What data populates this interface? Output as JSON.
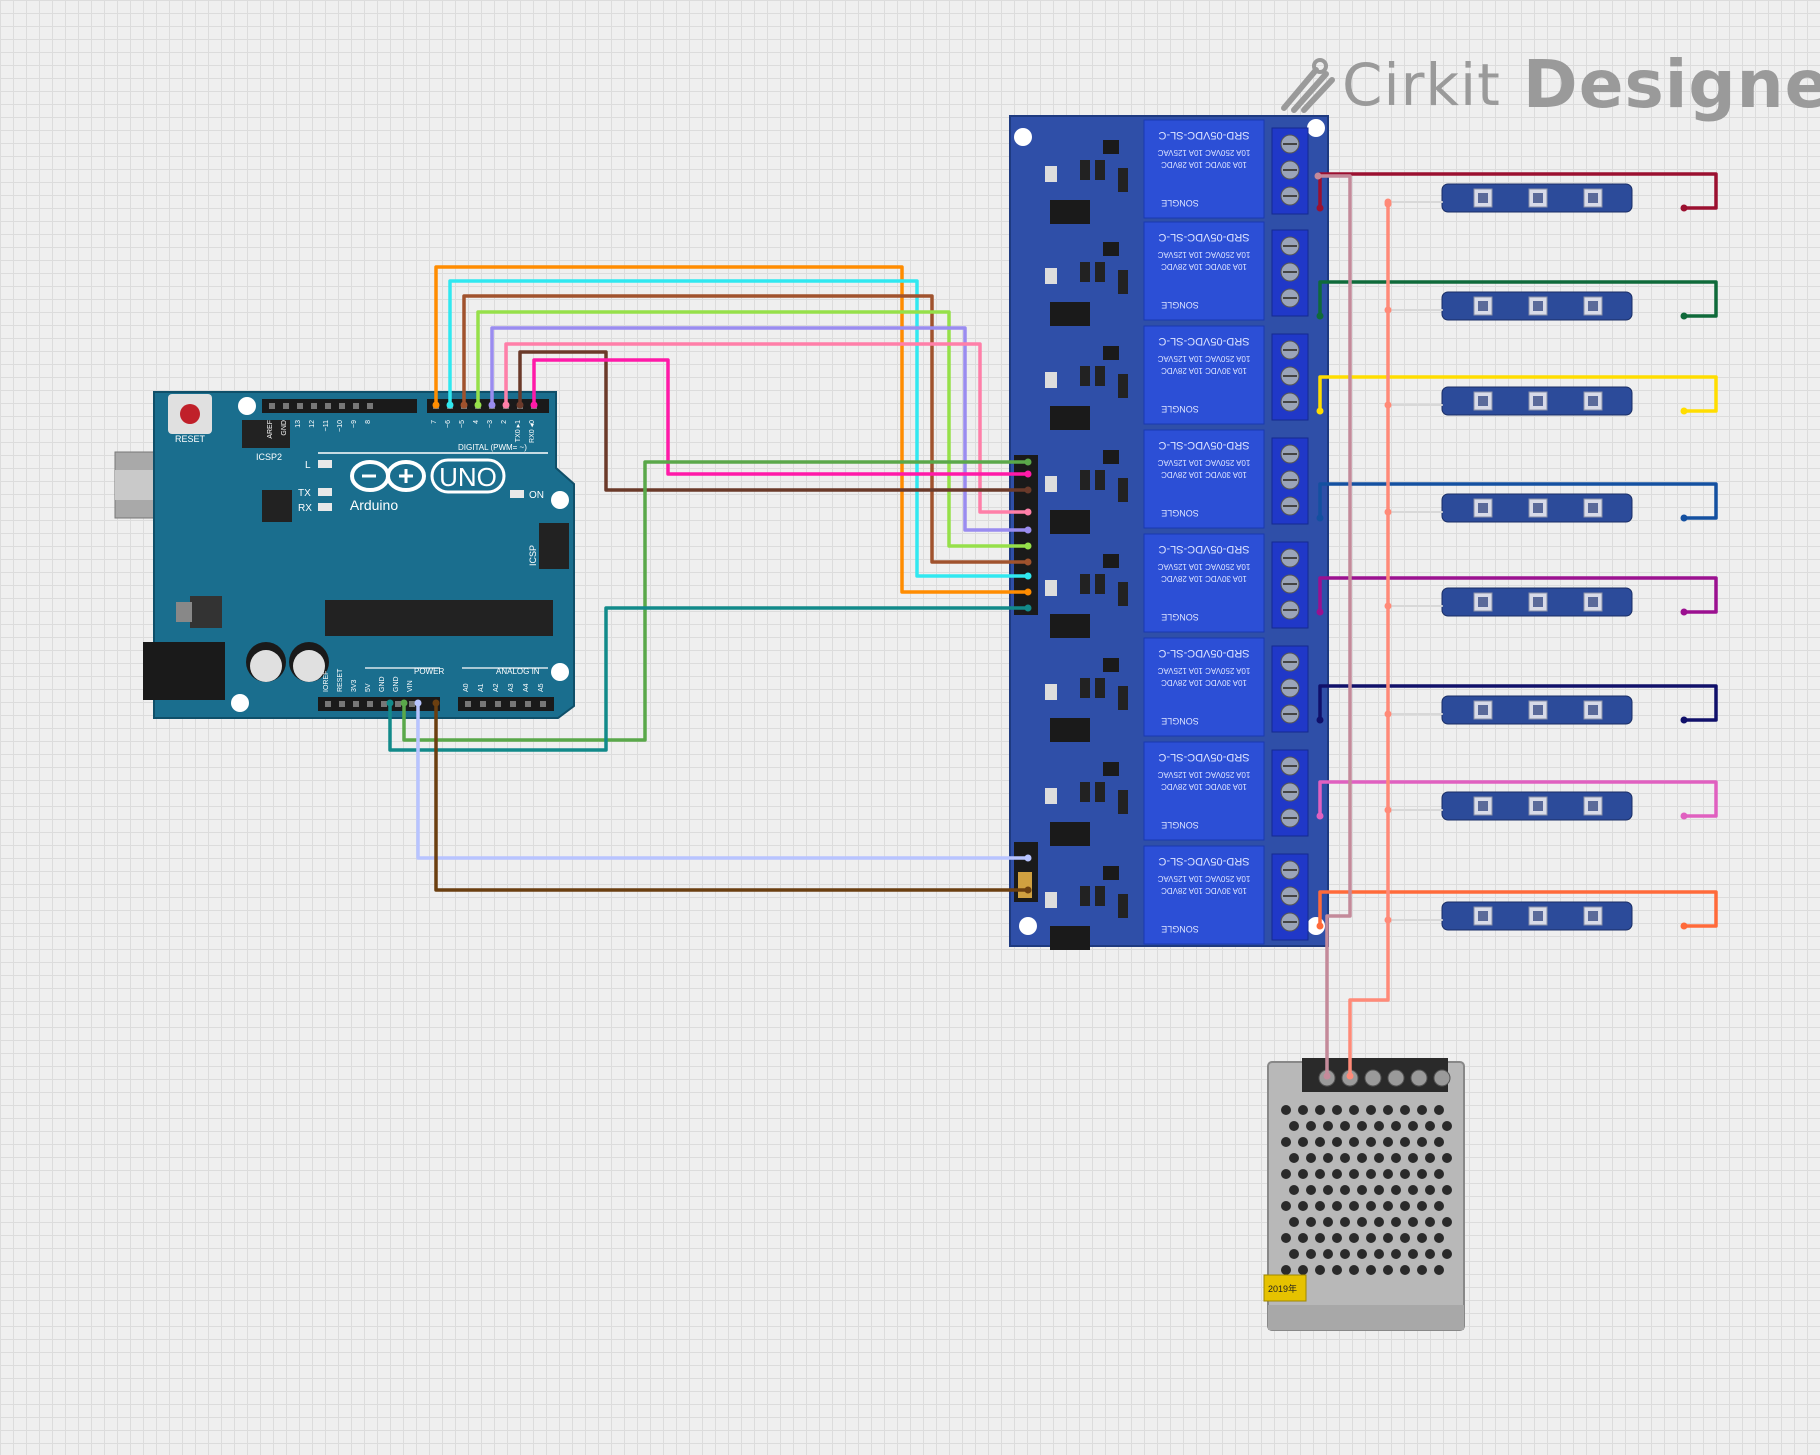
{
  "brand": {
    "word1": "Cirkit",
    "word2": "Designer",
    "color": "#9a9a9a"
  },
  "arduino": {
    "reset_label": "RESET",
    "icsp2_label": "ICSP2",
    "icsp_label": "ICSP",
    "brand": "Arduino",
    "model": "UNO",
    "on_label": "ON",
    "l_label": "L",
    "tx_label": "TX",
    "rx_label": "RX",
    "digital_label": "DIGITAL (PWM= ~)",
    "power_label": "POWER",
    "analog_label": "ANALOG IN",
    "top_pins": [
      "AREF",
      "GND",
      "13",
      "12",
      "~11",
      "~10",
      "~9",
      "8",
      "7",
      "~6",
      "~5",
      "4",
      "~3",
      "2",
      "TX0 ▸1",
      "RX0 ◂0"
    ],
    "power_pins": [
      "IOREF",
      "RESET",
      "3V3",
      "5V",
      "GND",
      "GND",
      "VIN"
    ],
    "analog_pins": [
      "A0",
      "A1",
      "A2",
      "A3",
      "A4",
      "A5"
    ],
    "board_color": "#1a6e8e"
  },
  "relay_board": {
    "relay_text_1": "SRD-05VDC-SL-C",
    "relay_text_2": "10A 250VAC 10A 125VAC",
    "relay_text_3": "10A 30VDC 10A 28VDC",
    "relay_brand": "SONGLE",
    "board_color": "#2f4fa8",
    "relay_color": "#2c4fd6",
    "count": 8
  },
  "wires": {
    "signal_colors": [
      "#ff8c00",
      "#30e8f0",
      "#a0522d",
      "#96e04a",
      "#9a8cf0",
      "#ff7fa8",
      "#6b3a2a",
      "#ff1aa8"
    ],
    "led_colors": [
      "#9b1030",
      "#0f6a3a",
      "#ffdd00",
      "#1450a0",
      "#9b1090",
      "#10106a",
      "#e060c0",
      "#ff6a3a"
    ],
    "gnd_color": "#5aa84a",
    "vcc_color": "#128a8a",
    "vin_color": "#b8c4ff",
    "vin2_color": "#6b3f10",
    "psu_pos_color": "#ff8a78",
    "psu_neg_color": "#c48a9a"
  },
  "led_strip": {
    "count": 8,
    "color": "#2c4b9a"
  },
  "psu": {
    "sticker": "2019年",
    "color": "#b8b8b8"
  }
}
